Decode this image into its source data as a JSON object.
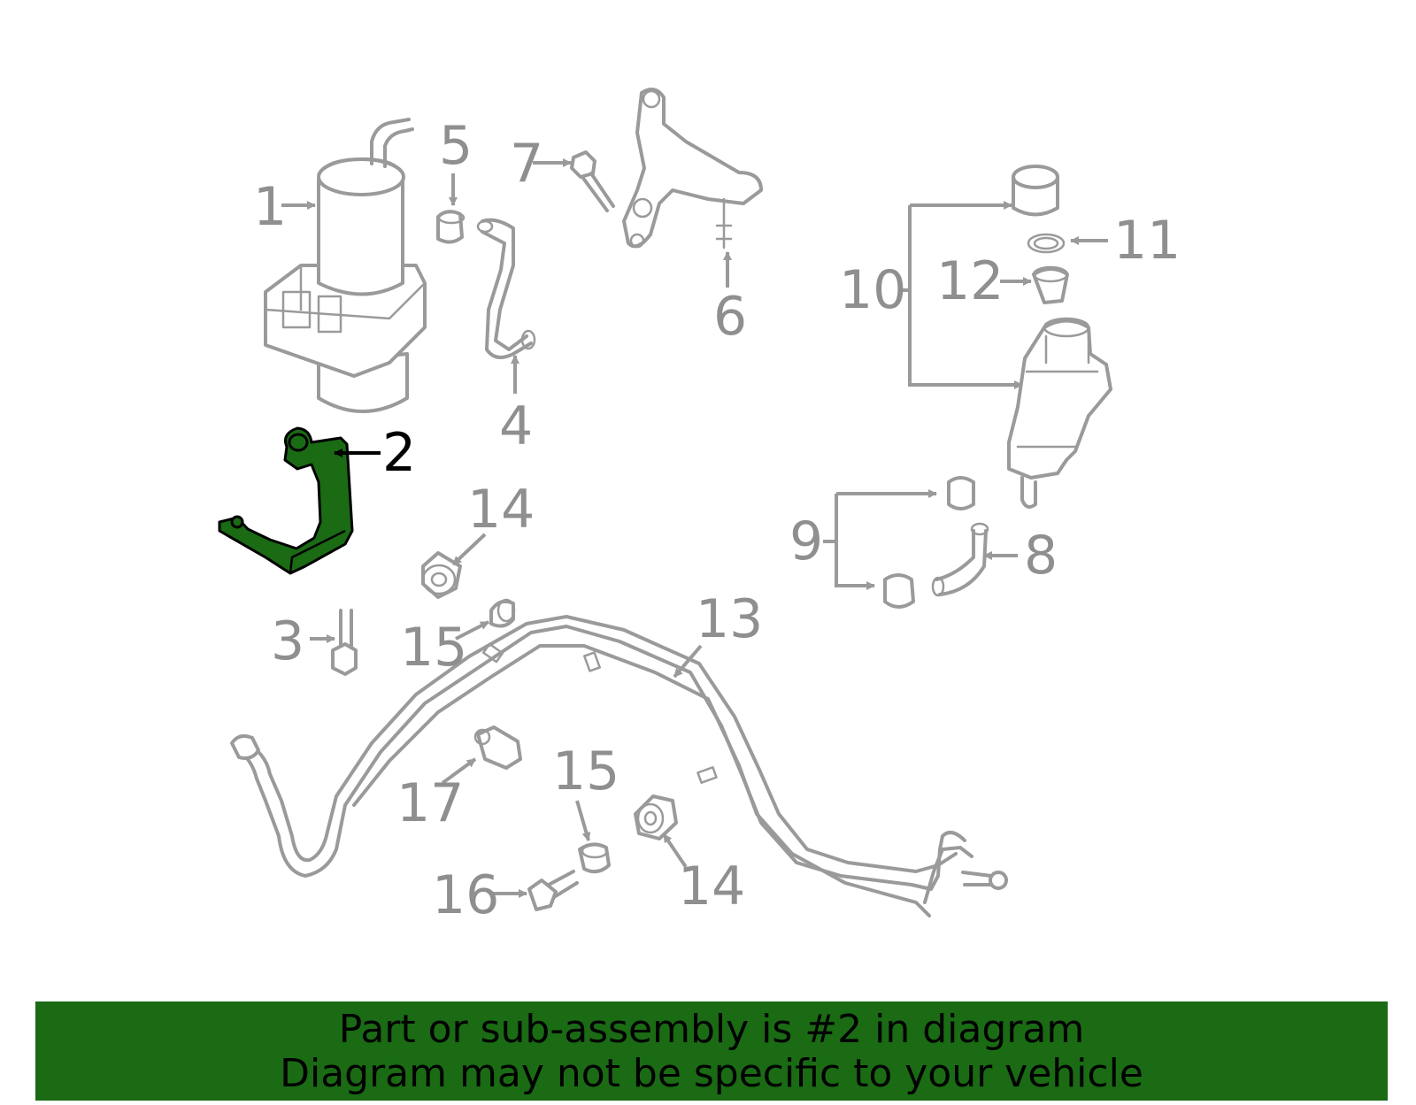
{
  "highlight_color": "#1a6b14",
  "callouts": [
    {
      "id": "1",
      "text": "1"
    },
    {
      "id": "2",
      "text": "2"
    },
    {
      "id": "3",
      "text": "3"
    },
    {
      "id": "4",
      "text": "4"
    },
    {
      "id": "5",
      "text": "5"
    },
    {
      "id": "6",
      "text": "6"
    },
    {
      "id": "7",
      "text": "7"
    },
    {
      "id": "8",
      "text": "8"
    },
    {
      "id": "9",
      "text": "9"
    },
    {
      "id": "10",
      "text": "10"
    },
    {
      "id": "11",
      "text": "11"
    },
    {
      "id": "12",
      "text": "12"
    },
    {
      "id": "13",
      "text": "13"
    },
    {
      "id": "14a",
      "text": "14"
    },
    {
      "id": "14b",
      "text": "14"
    },
    {
      "id": "15a",
      "text": "15"
    },
    {
      "id": "15b",
      "text": "15"
    },
    {
      "id": "16",
      "text": "16"
    },
    {
      "id": "17",
      "text": "17"
    }
  ],
  "banner": {
    "line1": "Part or sub-assembly is #2 in diagram",
    "line2": "Diagram may not be specific to your vehicle"
  }
}
